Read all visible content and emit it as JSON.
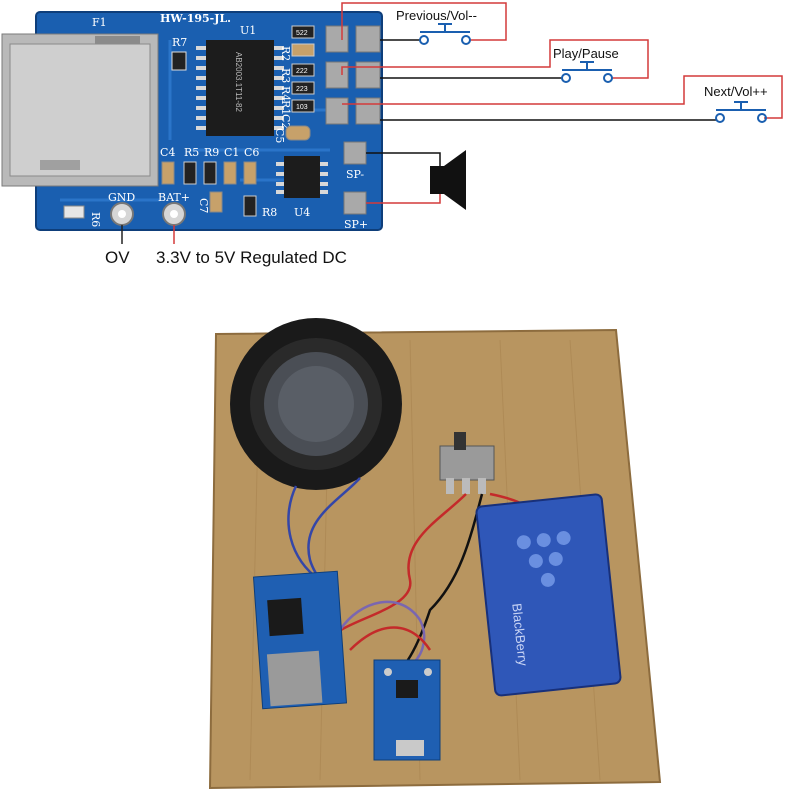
{
  "board": {
    "model_label": "HW-195-JL.",
    "chip_marking": "AB2003.1T11-82",
    "silkscreen": {
      "f1": "F1",
      "r7": "R7",
      "u1": "U1",
      "r2": "R2",
      "r3": "R3",
      "r4": "R4",
      "r1": "R1",
      "c2": "C2",
      "c5": "C5",
      "c4": "C4",
      "r5": "R5",
      "r9": "R9",
      "c1": "C1",
      "c6": "C6",
      "c7": "C7",
      "r8": "R8",
      "u4": "U4",
      "r6": "R6",
      "gnd": "GND",
      "bat": "BAT+",
      "sp_minus": "SP-",
      "sp_plus": "SP+"
    },
    "resistor_codes": [
      "522",
      "222",
      "223",
      "103"
    ]
  },
  "buttons": [
    {
      "label": "Previous/Vol--"
    },
    {
      "label": "Play/Pause"
    },
    {
      "label": "Next/Vol++"
    }
  ],
  "power": {
    "gnd_label": "OV",
    "vcc_label": "3.3V to 5V Regulated DC"
  },
  "photo": {
    "battery_brand": "BlackBerry"
  },
  "colors": {
    "pcb": "#1a5fb0",
    "wire_red": "#d43a3a",
    "wire_black": "#111111",
    "wood": "#b89560",
    "battery": "#2f57b8"
  }
}
